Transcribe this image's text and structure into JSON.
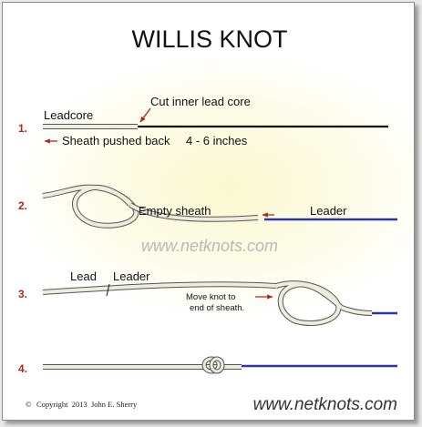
{
  "title": "WILLIS KNOT",
  "steps": [
    {
      "number": "1.",
      "labels": {
        "leadcore": "Leadcore",
        "cut": "Cut inner lead core",
        "sheath": "Sheath pushed back",
        "length": "4 - 6 inches"
      }
    },
    {
      "number": "2.",
      "labels": {
        "empty_sheath": "Empty sheath",
        "leader": "Leader"
      }
    },
    {
      "number": "3.",
      "labels": {
        "lead": "Lead",
        "leader": "Leader",
        "move_1": "Move knot to",
        "move_2": "end of sheath."
      }
    },
    {
      "number": "4."
    }
  ],
  "watermark": "www.netknots.com",
  "footer": {
    "copyright": "Copyright  2013  John E. Sherry",
    "site": "www.netknots.com"
  },
  "colors": {
    "arrow": "#b3261e",
    "leader_line": "#2d35a6",
    "sheath": "#e8ead8",
    "core": "#111111",
    "step_number": "#b3261e"
  }
}
